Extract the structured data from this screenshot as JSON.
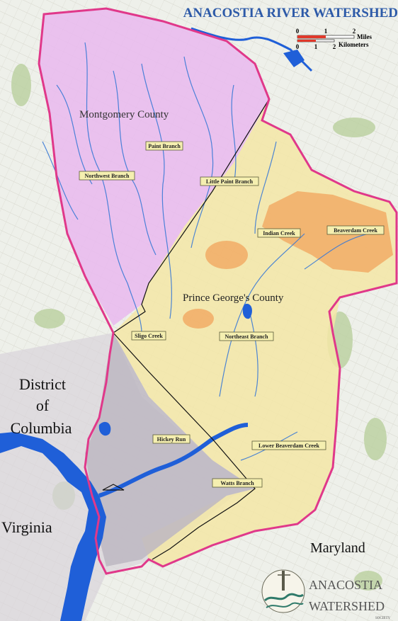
{
  "map": {
    "title": "ANACOSTIA RIVER WATERSHED",
    "scale": {
      "miles_ticks": [
        "0",
        "1",
        "2"
      ],
      "miles_unit": "Miles",
      "km_ticks": [
        "0",
        "1",
        "2"
      ],
      "km_unit": "Kilometers"
    },
    "regions": {
      "montgomery": "Montgomery County",
      "prince_georges": "Prince George's County",
      "dc_line1": "District",
      "dc_line2": "of",
      "dc_line3": "Columbia",
      "virginia": "Virginia",
      "maryland": "Maryland"
    },
    "creeks": {
      "paint_branch": "Paint Branch",
      "northwest_branch": "Northwest Branch",
      "little_paint_branch": "Little Paint Branch",
      "indian_creek": "Indian Creek",
      "beaverdam_creek": "Beaverdam Creek",
      "sligo_creek": "Sligo Creek",
      "northeast_branch": "Northeast Branch",
      "hickey_run": "Hickey Run",
      "lower_beaverdam_creek": "Lower Beaverdam Creek",
      "watts_branch": "Watts Branch"
    },
    "logo": {
      "line1": "ANACOSTIA",
      "line2": "WATERSHED",
      "line3": "SOCIETY"
    },
    "colors": {
      "boundary": "#e0388a",
      "water": "#1f5fd8",
      "montgomery_tint": "#e9b8ee",
      "pg_tint": "#f3e6a6",
      "dc_tint": "#c9c2cc",
      "title": "#2d5aa8"
    }
  }
}
